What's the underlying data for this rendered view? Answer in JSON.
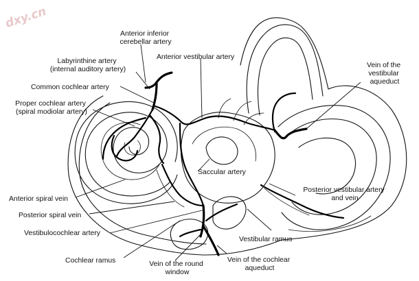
{
  "watermark": "dxy.cn",
  "labels": {
    "anterior_inferior_cerebellar_artery": [
      "Anterior inferior",
      "cerebellar artery"
    ],
    "labyrinthine_artery": [
      "Labyrinthine artery",
      "(internal auditory artery)"
    ],
    "common_cochlear_artery": "Common cochlear artery",
    "proper_cochlear_artery": [
      "Proper cochlear artery",
      "(spiral modiolar artery)"
    ],
    "anterior_vestibular_artery": "Anterior vestibular artery",
    "vein_of_vestibular_aqueduct": [
      "Vein of the",
      "vestibular",
      "aqueduct"
    ],
    "saccular_artery": "Saccular artery",
    "posterior_vestibular_artery_and_vein": [
      "Posterior vestibular artery",
      "and vein"
    ],
    "anterior_spiral_vein": "Anterior spiral vein",
    "posterior_spiral_vein": "Posterior spiral vein",
    "vestibulocochlear_artery": "Vestibulocochlear artery",
    "vestibular_ramus": "Vestibular ramus",
    "cochlear_ramus": "Cochlear ramus",
    "vein_of_round_window": [
      "Vein of the round",
      "window"
    ],
    "vein_of_cochlear_aqueduct": [
      "Vein of the cochlear",
      "aqueduct"
    ]
  }
}
